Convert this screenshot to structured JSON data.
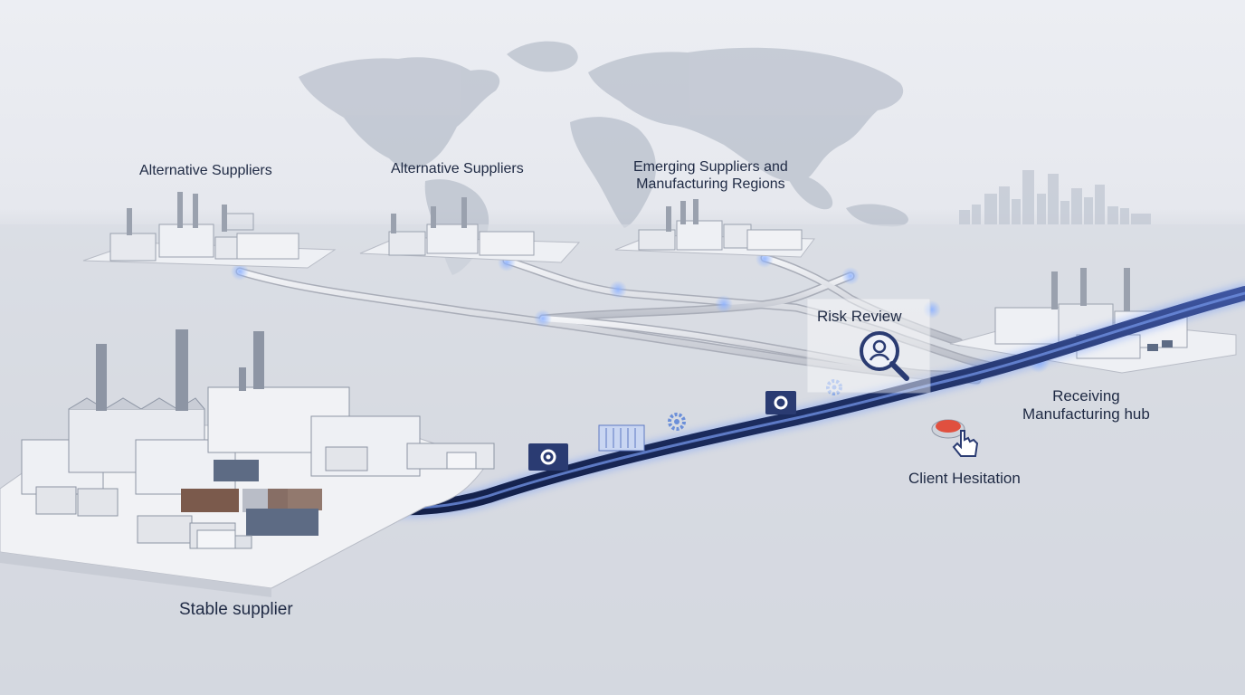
{
  "labels": {
    "alt_suppliers_1": "Alternative Suppliers",
    "alt_suppliers_2": "Alternative Suppliers",
    "emerging_line1": "Emerging Suppliers and",
    "emerging_line2": "Manufacturing Regions",
    "risk_review": "Risk Review",
    "receiving_line1": "Receiving",
    "receiving_line2": "Manufacturing hub",
    "client_hesitation": "Client Hesitation",
    "stable_supplier": "Stable supplier"
  },
  "colors": {
    "main_pipe": "#1e2f63",
    "pipe_glow": "#5b8cff",
    "secondary_pipe": "#c9ccd4",
    "map": "#b9c0cc",
    "factory_wall": "#eef0f4",
    "factory_roof": "#9aa1ae",
    "container_blue": "#5d6b84",
    "container_rust": "#7b5a4c",
    "client_button": "#e0503f"
  },
  "icons": [
    "gear-icon",
    "container-icon",
    "magnifier-user-icon",
    "pointer-hand-icon",
    "world-map-icon",
    "city-skyline-icon"
  ]
}
